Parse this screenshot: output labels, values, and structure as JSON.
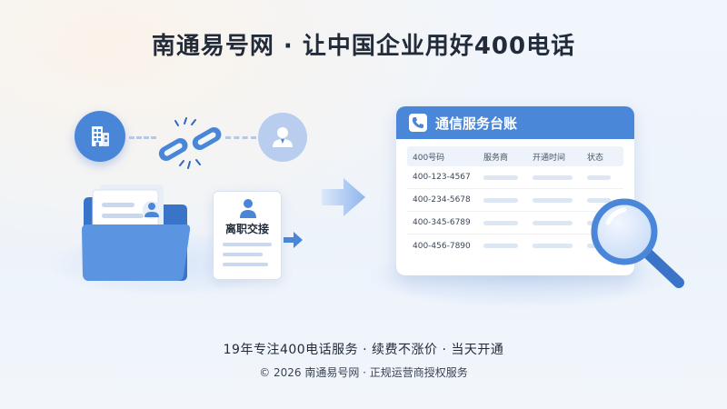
{
  "headline": "南通易号网 · 让中国企业用好400电话",
  "handover": {
    "card_label": "离职交接"
  },
  "ledger": {
    "title": "通信服务台账",
    "columns": [
      "400号码",
      "服务商",
      "开通时间",
      "状态"
    ],
    "rows": [
      {
        "number": "400-123-4567"
      },
      {
        "number": "400-234-5678"
      },
      {
        "number": "400-345-6789"
      },
      {
        "number": "400-456-7890"
      }
    ]
  },
  "icons": [
    "building-icon",
    "broken-chain-icon",
    "user-icon",
    "folder-icon",
    "person-icon",
    "arrow-right-icon",
    "phone-icon",
    "magnifier-icon"
  ],
  "colors": {
    "accent": "#4b87d9",
    "accent_light": "#b9cdee",
    "text": "#222b3a"
  },
  "tagline": "19年专注400电话服务 · 续费不涨价 · 当天开通",
  "footer": "© 2026 南通易号网 · 正规运营商授权服务"
}
